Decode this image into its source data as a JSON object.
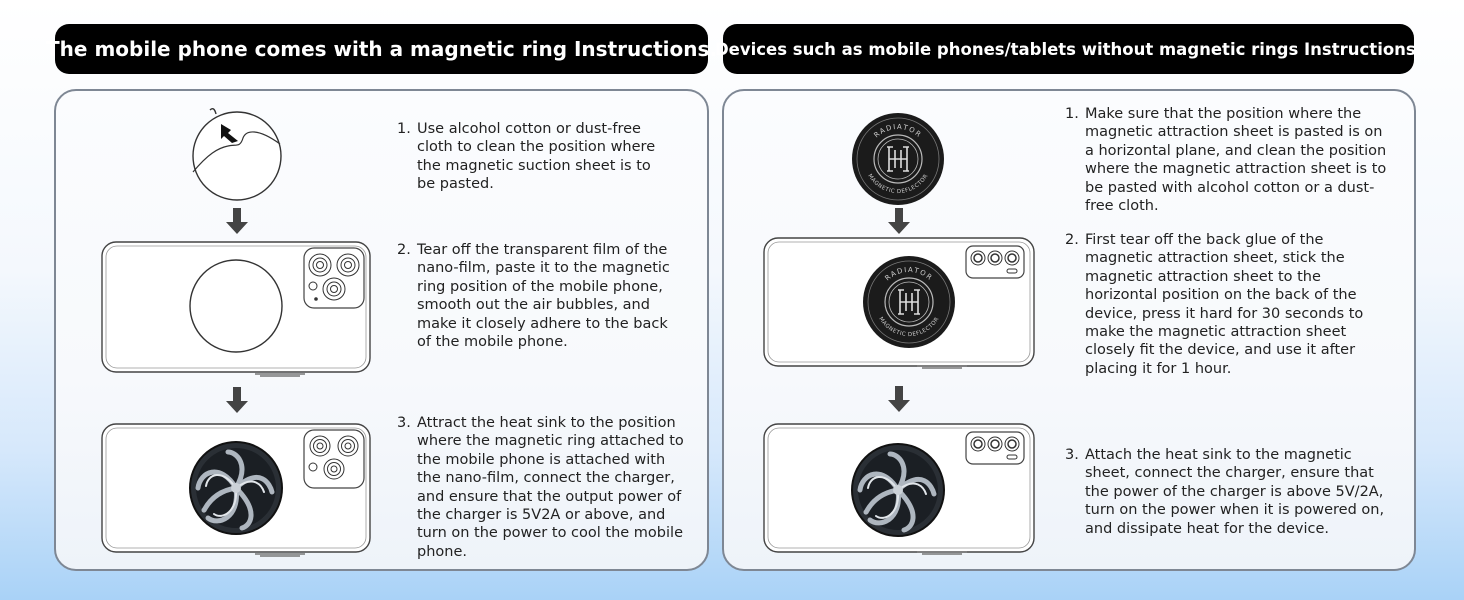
{
  "left_section": {
    "title": "The mobile phone comes with a magnetic ring Instructions.",
    "steps": [
      {
        "num": "1.",
        "text": "Use alcohol cotton or dust-free cloth to clean the position where the magnetic suction sheet is to be pasted."
      },
      {
        "num": "2.",
        "text": "Tear off the transparent film of the nano-film, paste it to the magnetic ring position of the mobile phone, smooth out the air bubbles, and make it closely adhere to the back of the mobile phone."
      },
      {
        "num": "3.",
        "text": "Attract the heat sink to the position where the magnetic ring attached to the mobile phone is attached with the nano-film, connect the charger, and ensure that the output power of the charger is 5V2A or above, and turn on the power to cool the mobile phone."
      }
    ]
  },
  "right_section": {
    "title": "Devices such as mobile phones/tablets without magnetic rings Instructions.",
    "steps": [
      {
        "num": "1.",
        "text": "Make sure that the position where the magnetic attraction sheet is pasted is on a horizontal plane, and clean the position where the magnetic attraction sheet is to be pasted with alcohol cotton or a dust-free cloth."
      },
      {
        "num": "2.",
        "text": "First tear off the back glue of the magnetic attraction sheet, stick the magnetic attraction sheet to the horizontal position on the back of the device, press it hard for 30 seconds to make the magnetic attraction sheet closely fit the device, and use it after placing it for 1 hour."
      },
      {
        "num": "3.",
        "text": "Attach the heat sink to the magnetic sheet, connect the charger, ensure that the power of the charger is above 5V/2A, turn on the power when it is powered on, and dissipate heat for the device."
      }
    ]
  },
  "magnetic_sheet": {
    "top_text": "RADIATOR",
    "bottom_text": "MAGNETIC DEFLECTOR",
    "color": "#1b1b1b"
  },
  "icons": [
    "down-arrow-icon",
    "peel-film-icon",
    "camera-module-icon",
    "heat-sink-fan-icon"
  ]
}
